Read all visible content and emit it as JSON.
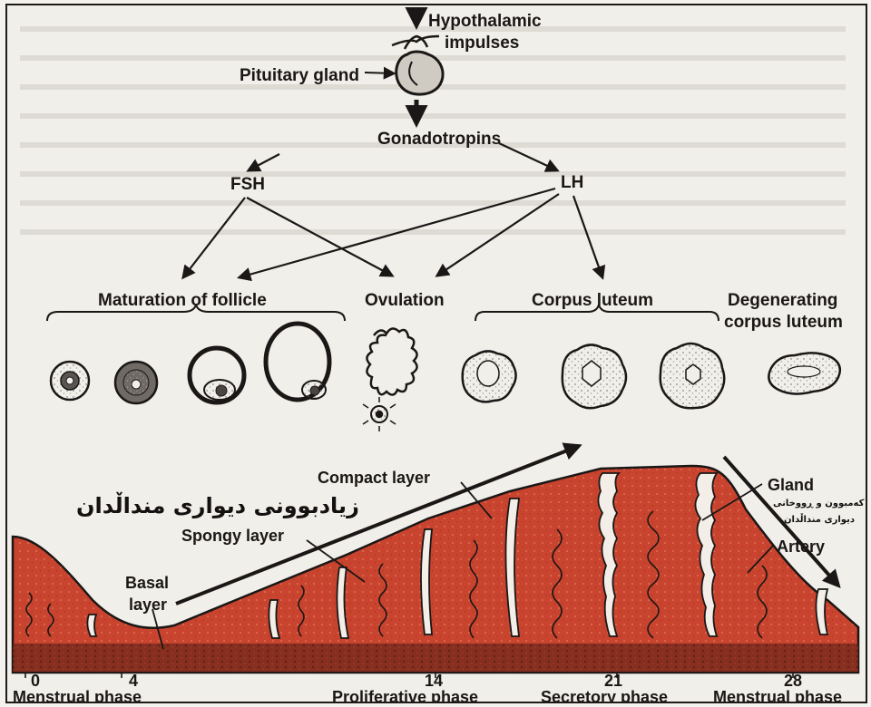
{
  "hormonal_axis": {
    "hypothalamic_line1": "Hypothalamic",
    "hypothalamic_line2": "impulses",
    "pituitary": "Pituitary gland",
    "gonadotropins": "Gonadotropins",
    "fsh": "FSH",
    "lh": "LH"
  },
  "ovarian_stages": {
    "maturation": "Maturation of follicle",
    "ovulation": "Ovulation",
    "corpus_luteum": "Corpus luteum",
    "degenerating_line1": "Degenerating",
    "degenerating_line2": "corpus luteum"
  },
  "endometrium": {
    "compact_layer": "Compact layer",
    "spongy_layer": "Spongy layer",
    "basal_line1": "Basal",
    "basal_line2": "layer",
    "gland": "Gland",
    "artery": "Artery",
    "kurdish_main": "زیادبوونی دیواری منداڵدان",
    "kurdish_note_line1": "کەمبوون و ڕووخانی",
    "kurdish_note_line2": "دیواری منداڵدان"
  },
  "cycle_days": [
    "0",
    "4",
    "14",
    "21",
    "28"
  ],
  "phases": {
    "menstrual_start": "Menstrual phase",
    "proliferative": "Proliferative phase",
    "secretory": "Secretory phase",
    "menstrual_end": "Menstrual phase"
  },
  "colors": {
    "endometrium_red": "#c9442f",
    "ink": "#1a1716",
    "background": "#f1efea"
  }
}
